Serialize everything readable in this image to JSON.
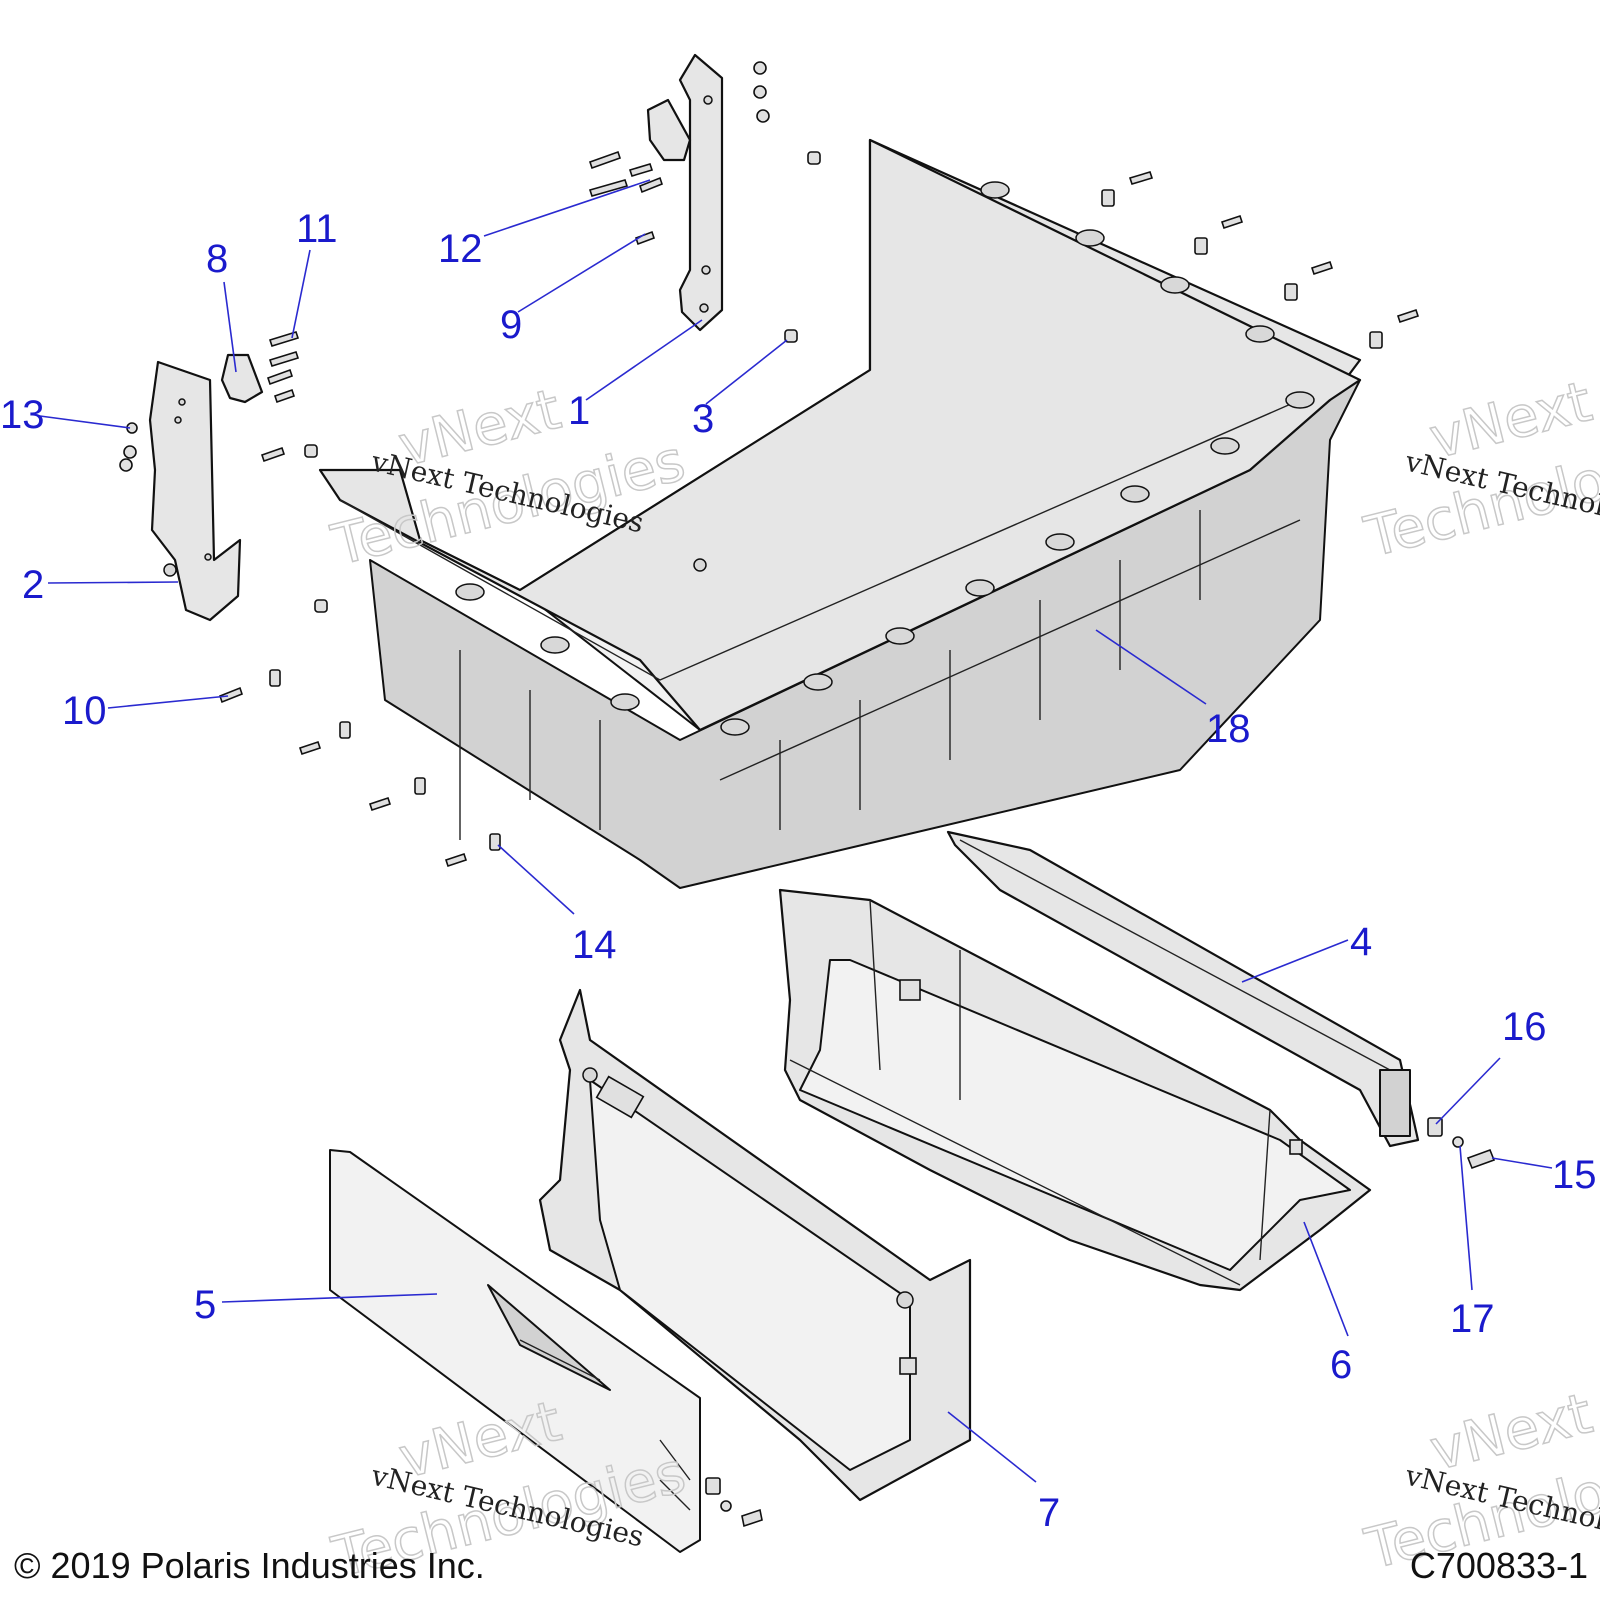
{
  "callouts": [
    {
      "id": "1",
      "label": "1"
    },
    {
      "id": "2",
      "label": "2"
    },
    {
      "id": "3",
      "label": "3"
    },
    {
      "id": "4",
      "label": "4"
    },
    {
      "id": "5",
      "label": "5"
    },
    {
      "id": "6",
      "label": "6"
    },
    {
      "id": "7",
      "label": "7"
    },
    {
      "id": "8",
      "label": "8"
    },
    {
      "id": "9",
      "label": "9"
    },
    {
      "id": "10",
      "label": "10"
    },
    {
      "id": "11",
      "label": "11"
    },
    {
      "id": "12",
      "label": "12"
    },
    {
      "id": "13",
      "label": "13"
    },
    {
      "id": "14",
      "label": "14"
    },
    {
      "id": "15",
      "label": "15"
    },
    {
      "id": "16",
      "label": "16"
    },
    {
      "id": "17",
      "label": "17"
    },
    {
      "id": "18",
      "label": "18"
    }
  ],
  "watermark": {
    "text": "vNext Technologies",
    "word1": "vNext",
    "word2": "Technologies"
  },
  "footer": {
    "copyright": "© 2019 Polaris Industries Inc.",
    "diagram_id": "C700833-1"
  },
  "colors": {
    "callout": "#1a1acc",
    "line": "#111111",
    "part_fill": "#e6e6e6"
  }
}
